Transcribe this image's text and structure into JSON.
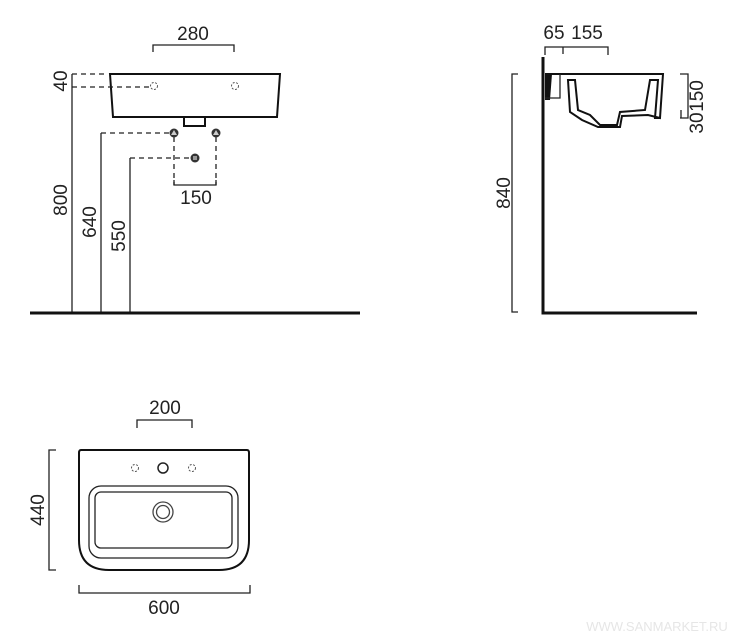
{
  "front_view": {
    "tap_spacing": "280",
    "tap_hole_offset": "40",
    "basin_height": "800",
    "supply_height": "640",
    "supply_spacing": "150",
    "waste_height": "550"
  },
  "side_view": {
    "wall_gap": "65",
    "tap_to_wall": "155",
    "total_height": "840",
    "basin_depth": "150",
    "waste_drop": "30"
  },
  "plan_view": {
    "tap_hole_spacing": "200",
    "depth": "440",
    "width": "600"
  },
  "watermark": "WWW.SANMARKET.RU"
}
